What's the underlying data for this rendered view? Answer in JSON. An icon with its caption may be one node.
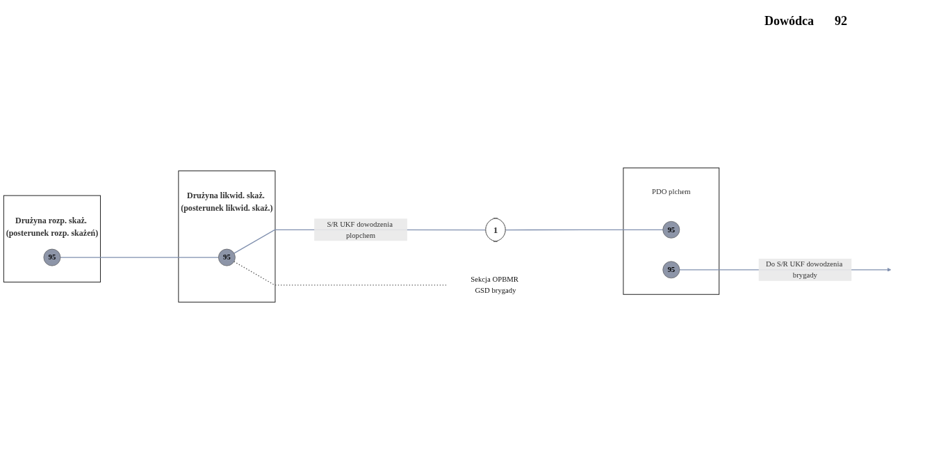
{
  "diagram": {
    "nodes": [
      {
        "text": [
          "Drużyna rozp. skaż. (posterunek rozp. skażeń)"
        ]
      },
      {
        "text": [
          "95"
        ],
        "in": 0
      },
      {
        "text": [
          "Drużyna likwid. skaż. (posterunek likwid. skaż.)"
        ]
      },
      {
        "text": [
          "95"
        ],
        "in": 2
      },
      {
        "text": [
          "PDO plchem"
        ]
      },
      {
        "text": [
          "95"
        ],
        "in": 4
      },
      {
        "text": [
          "95"
        ],
        "in": 4
      },
      {
        "text": [
          "1"
        ]
      },
      {
        "text": [
          "Sekcja OPBMR GSD brygady"
        ]
      }
    ],
    "edges": [
      {
        "from": 1,
        "to": 3,
        "arrow": "none"
      },
      {
        "from": 3,
        "to": 7,
        "arrow": "none",
        "label": "S/R UKF dowodzenia plopchem"
      },
      {
        "from": 7,
        "to": 5,
        "arrow": "none"
      },
      {
        "from": 3,
        "to": 8,
        "arrow": "none",
        "style": "dashed",
        "color": "#555555"
      },
      {
        "from": 6,
        "to": null,
        "arrow": "to",
        "label": "Do S/R UKF dowodzenia brygady"
      }
    ],
    "labels": [
      "Dowódca",
      "92"
    ]
  }
}
